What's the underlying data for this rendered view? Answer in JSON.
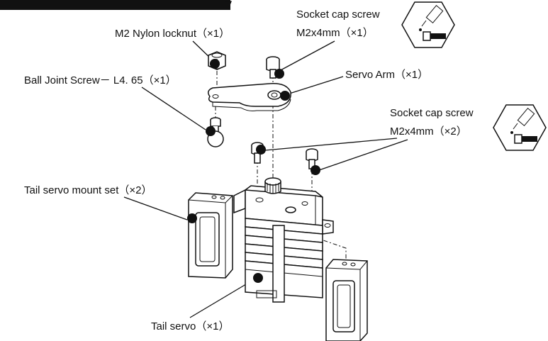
{
  "labels": {
    "locknut": "M2 Nylon locknut（×1）",
    "socket_top_line1": "Socket cap screw",
    "socket_top_line2": "M2x4mm（×1）",
    "ball_joint": "Ball Joint Screw－ L4. 65（×1）",
    "servo_arm": "Servo Arm（×1）",
    "socket_mid_line1": "Socket cap screw",
    "socket_mid_line2": "M2x4mm（×2）",
    "mount_set": "Tail servo mount set（×2）",
    "tail_servo": "Tail servo（×1）"
  },
  "icons": {
    "threadlock_top": "threadlock-icon",
    "threadlock_mid": "threadlock-icon"
  },
  "colors": {
    "ink": "#111111",
    "background": "#ffffff"
  }
}
